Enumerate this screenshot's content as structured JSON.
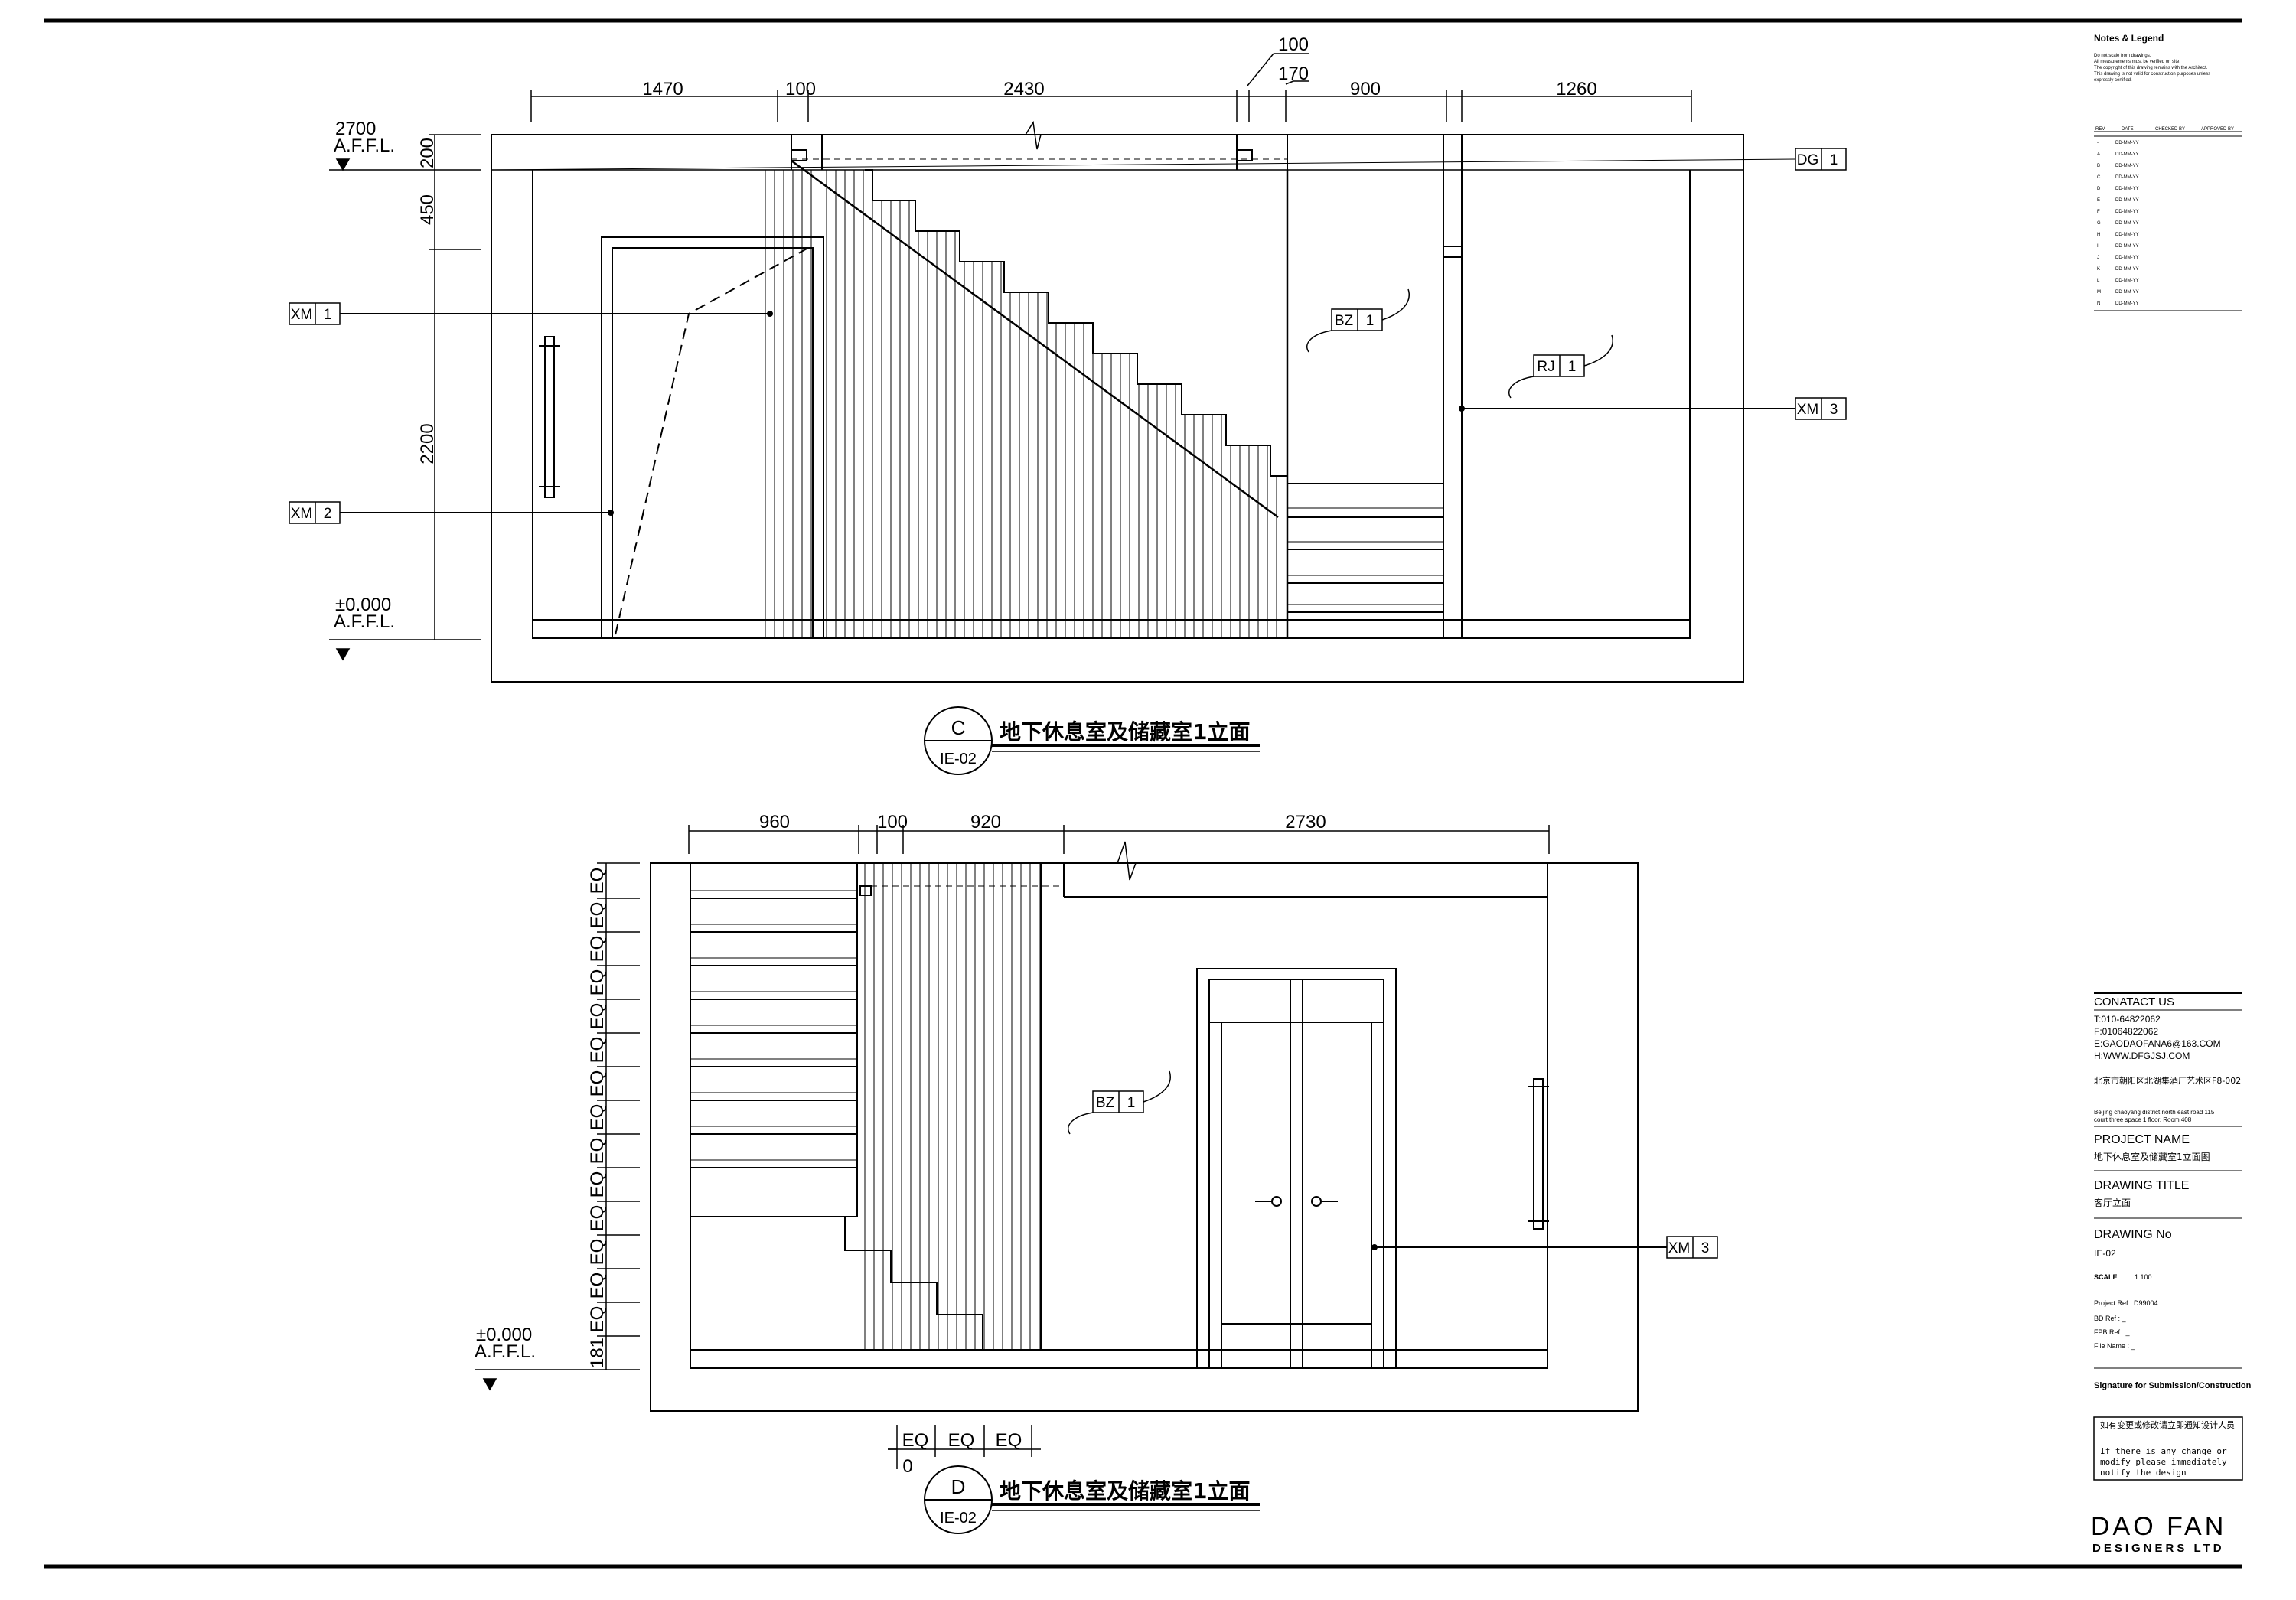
{
  "elevation_c": {
    "dims_top": [
      "1470",
      "100",
      "2430",
      "900",
      "1260"
    ],
    "dims_top2": [
      "100",
      "170"
    ],
    "dims_left": [
      "200",
      "450",
      "2200"
    ],
    "level_top": "2700",
    "level_top_sub": "A.F.F.L.",
    "level_bottom": "±0.000",
    "level_bottom_sub": "A.F.F.L.",
    "tags": [
      {
        "code": "XM",
        "num": "1"
      },
      {
        "code": "XM",
        "num": "2"
      },
      {
        "code": "DG",
        "num": "1"
      },
      {
        "code": "BZ",
        "num": "1"
      },
      {
        "code": "RJ",
        "num": "1"
      },
      {
        "code": "XM",
        "num": "3"
      }
    ],
    "title_letter": "C",
    "title_sheet": "IE-02",
    "title": "地下休息室及储藏室1立面"
  },
  "elevation_d": {
    "dims_top": [
      "960",
      "100",
      "920",
      "2730"
    ],
    "dims_left_eq": "EQ",
    "dims_left_label": "181",
    "level_bottom": "±0.000",
    "level_bottom_sub": "A.F.F.L.",
    "dims_bottom": [
      "EQ",
      "EQ",
      "EQ"
    ],
    "dims_bottom_zero": "0",
    "tags": [
      {
        "code": "BZ",
        "num": "1"
      },
      {
        "code": "XM",
        "num": "3"
      }
    ],
    "title_letter": "D",
    "title_sheet": "IE-02",
    "title": "地下休息室及储藏室1立面"
  },
  "title_block": {
    "notes_title": "Notes & Legend",
    "notes_lines": [
      "Do not scale from drawings.",
      "All measurements must be verified on site.",
      "The copyright of this drawing remains with the Architect.",
      "This drawing is not valid for construction purposes unless",
      "expressly certified."
    ],
    "rev_headers": [
      "REV",
      "DATE",
      "CHECKED BY",
      "APPROVED BY"
    ],
    "rev_rows": [
      "-",
      "A",
      "B",
      "C",
      "D",
      "E",
      "F",
      "G",
      "H",
      "I",
      "J",
      "K",
      "L",
      "M",
      "N"
    ],
    "rev_date": "DD-MM-YY",
    "contact_title": "CONATACT US",
    "contact_lines": [
      "T:010-64822062",
      "F:01064822062",
      "E:GAODAOFANA6@163.COM",
      "H:WWW.DFGJSJ.COM",
      "北京市朝阳区北湖集酒厂艺术区F8-002"
    ],
    "address_en": [
      "Beijing chaoyang district north east road 115",
      "court three space 1 floor. Room 408"
    ],
    "project_name_label": "PROJECT NAME",
    "project_name": "地下休息室及储藏室1立面图",
    "drawing_title_label": "DRAWING TITLE",
    "drawing_title": "客厅立面",
    "drawing_no_label": "DRAWING No",
    "drawing_no": "IE-02",
    "scale_label": "SCALE",
    "scale": ": 1:100",
    "project_ref": "Project Ref : D99004",
    "bd_ref": "BD Ref      : _",
    "fpb_ref": "FPB Ref     : _",
    "file_name": "File Name   : _",
    "signature": "Signature for Submission/Construction",
    "notice_cn": "如有变更或修改请立即通知设计人员",
    "notice_en": [
      "If there is any change or",
      "modify please immediately",
      "notify the design"
    ],
    "logo_main": "DAO FAN",
    "logo_sub": "DESIGNERS LTD"
  }
}
